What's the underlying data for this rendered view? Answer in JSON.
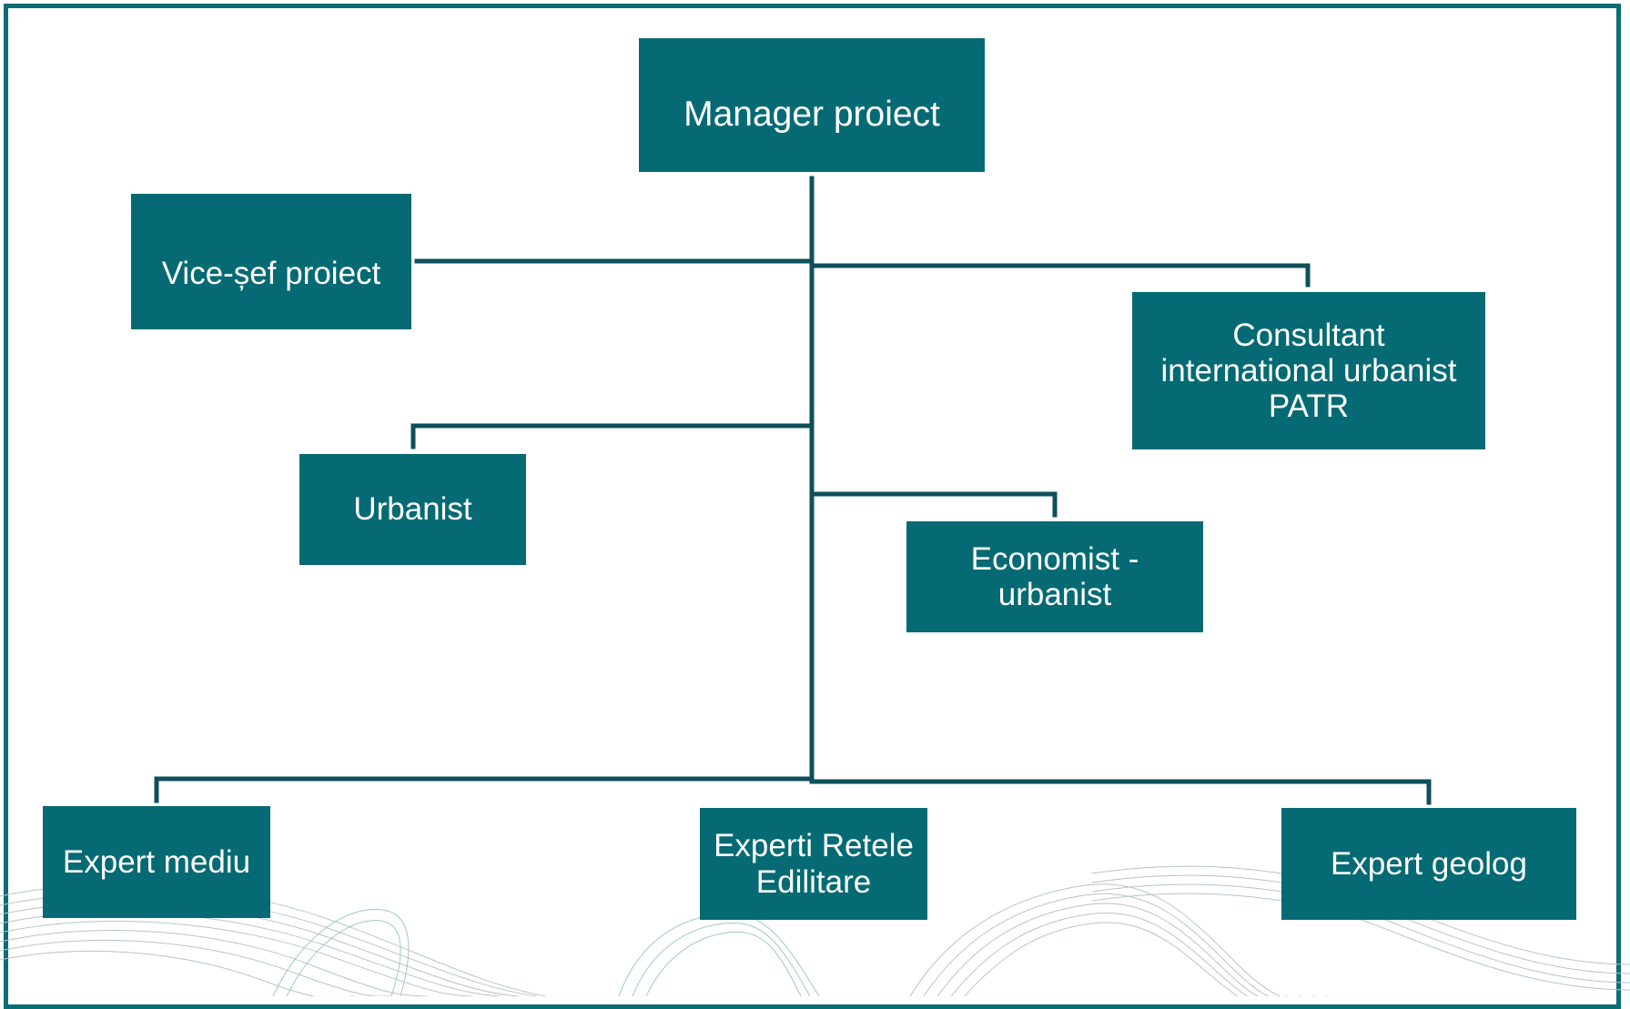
{
  "colors": {
    "box_fill": "#056a73",
    "connector": "#0e4f5b",
    "frame": "#0b6e75",
    "box_text": "#ffffff"
  },
  "org_chart": {
    "root": "Manager proiect",
    "deputy": "Vice-șef proiect",
    "consultant": "Consultant\ninternational  urbanist\nPATR",
    "urbanist": "Urbanist",
    "economist": "Economist -\nurbanist",
    "expert_mediu": "Expert mediu",
    "experti_retele": "Experti Retele\nEdilitare",
    "expert_geolog": "Expert geolog"
  }
}
